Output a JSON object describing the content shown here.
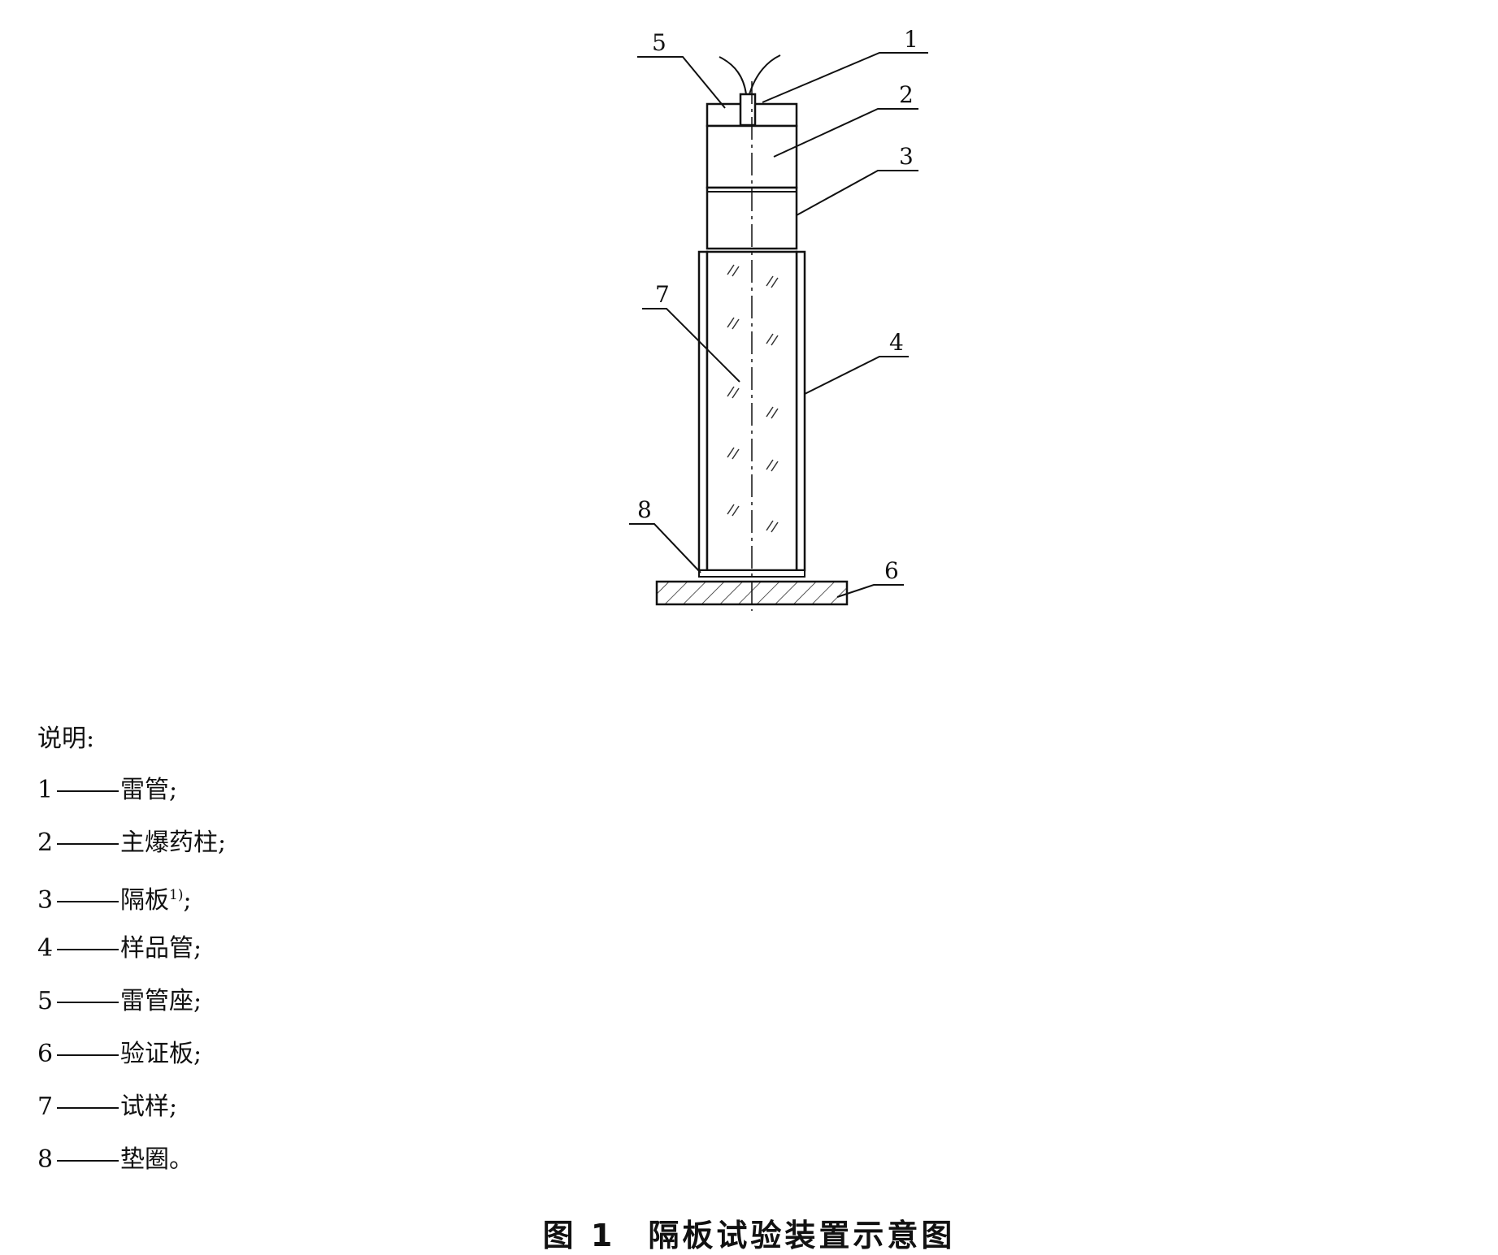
{
  "callouts": [
    "1",
    "2",
    "3",
    "4",
    "5",
    "6",
    "7",
    "8"
  ],
  "legend": {
    "heading": "说明:",
    "items": [
      {
        "num": "1",
        "text": "雷管;"
      },
      {
        "num": "2",
        "text": "主爆药柱;"
      },
      {
        "num": "3",
        "text": "隔板",
        "sup": "1)",
        "suffix": ";"
      },
      {
        "num": "4",
        "text": "样品管;"
      },
      {
        "num": "5",
        "text": "雷管座;"
      },
      {
        "num": "6",
        "text": "验证板;"
      },
      {
        "num": "7",
        "text": "试样;"
      },
      {
        "num": "8",
        "text": "垫圈。"
      }
    ]
  },
  "caption": {
    "figure_number": "图 1",
    "title": "隔板试验装置示意图"
  }
}
